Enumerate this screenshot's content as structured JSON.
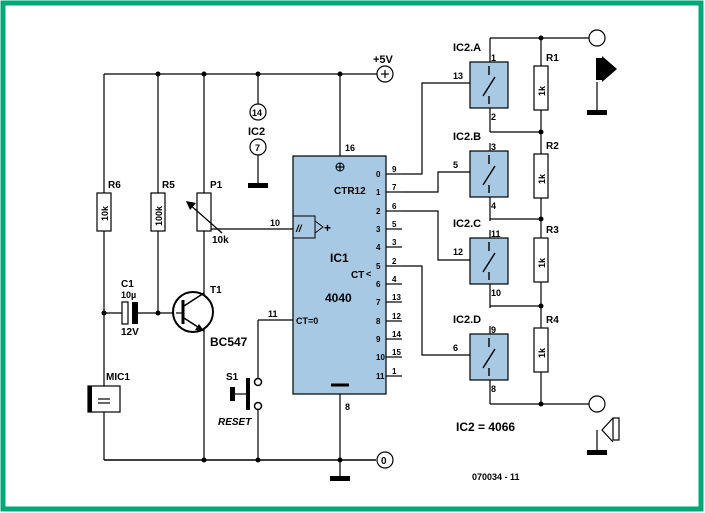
{
  "colors": {
    "frame": "#00a878",
    "ic_fill": "#a7c9e3",
    "wire": "#000000",
    "background": "#ffffff"
  },
  "supply": {
    "plus_label": "+5V",
    "gnd_label": "0"
  },
  "ic1": {
    "type_label": "CTR12",
    "name_label": "IC1",
    "part_label": "4040",
    "ct_label": "CT",
    "clear_label": "CT=0",
    "clock_pin": "10",
    "clear_pin": "11",
    "vdd_pin": "16",
    "gnd_pin": "8",
    "outputs": [
      {
        "q": "0",
        "pin": "9"
      },
      {
        "q": "1",
        "pin": "7"
      },
      {
        "q": "2",
        "pin": "6"
      },
      {
        "q": "3",
        "pin": "5"
      },
      {
        "q": "4",
        "pin": "3"
      },
      {
        "q": "5",
        "pin": "2"
      },
      {
        "q": "6",
        "pin": "4"
      },
      {
        "q": "7",
        "pin": "13"
      },
      {
        "q": "8",
        "pin": "12"
      },
      {
        "q": "9",
        "pin": "14"
      },
      {
        "q": "10",
        "pin": "15"
      },
      {
        "q": "11",
        "pin": "1"
      }
    ]
  },
  "ic2_power": {
    "label": "IC2",
    "vdd_pin": "14",
    "gnd_pin": "7"
  },
  "ic2_switches": [
    {
      "name": "IC2.A",
      "ctrl_pin": "13",
      "in_pin": "1",
      "out_pin": "2"
    },
    {
      "name": "IC2.B",
      "ctrl_pin": "5",
      "in_pin": "3",
      "out_pin": "4"
    },
    {
      "name": "IC2.C",
      "ctrl_pin": "12",
      "in_pin": "11",
      "out_pin": "10"
    },
    {
      "name": "IC2.D",
      "ctrl_pin": "6",
      "in_pin": "9",
      "out_pin": "8"
    }
  ],
  "resistors": {
    "r6": {
      "name": "R6",
      "value": "10k"
    },
    "r5": {
      "name": "R5",
      "value": "100k"
    },
    "p1": {
      "name": "P1",
      "value": "10k"
    },
    "r1": {
      "name": "R1",
      "value": "1k"
    },
    "r2": {
      "name": "R2",
      "value": "1k"
    },
    "r3": {
      "name": "R3",
      "value": "1k"
    },
    "r4": {
      "name": "R4",
      "value": "1k"
    }
  },
  "c1": {
    "name": "C1",
    "value": "10µ",
    "voltage": "12V"
  },
  "t1": {
    "name": "T1",
    "part": "BC547"
  },
  "mic1": {
    "name": "MIC1"
  },
  "s1": {
    "name": "S1",
    "label": "RESET"
  },
  "note": "IC2 = 4066",
  "figure_code": "070034 - 11"
}
